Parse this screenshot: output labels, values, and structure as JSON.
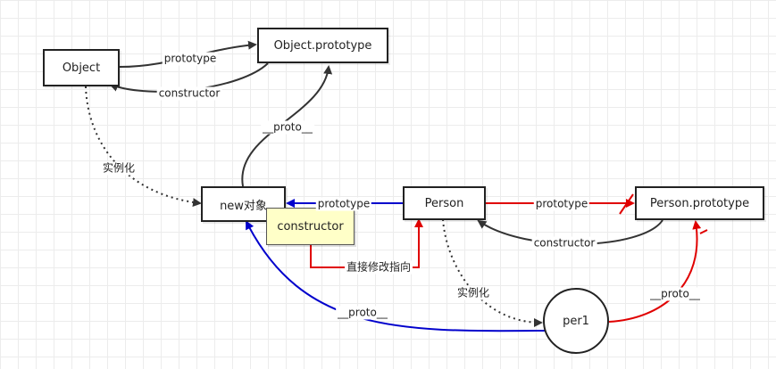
{
  "nodes": {
    "object": "Object",
    "object_prototype": "Object.prototype",
    "new_object": "new对象",
    "constructor_note": "constructor",
    "person": "Person",
    "person_prototype": "Person.prototype",
    "per1": "per1"
  },
  "edges": {
    "object_to_prototype": "prototype",
    "object_prototype_constructor": "constructor",
    "new_object_proto": "__proto__",
    "object_instantiate": "实例化",
    "person_prototype_to_new": "prototype",
    "person_to_person_prototype": "prototype",
    "person_prototype_constructor": "constructor",
    "modify_pointer": "直接修改指向",
    "person_instantiate": "实例化",
    "per1_proto_to_new": "__proto__",
    "per1_proto_to_person_prototype": "__proto__"
  },
  "colors": {
    "black_edge": "#333333",
    "blue_edge": "#0000cc",
    "red_edge": "#e00000",
    "note_fill": "#ffffc8",
    "grid": "#ececec"
  }
}
